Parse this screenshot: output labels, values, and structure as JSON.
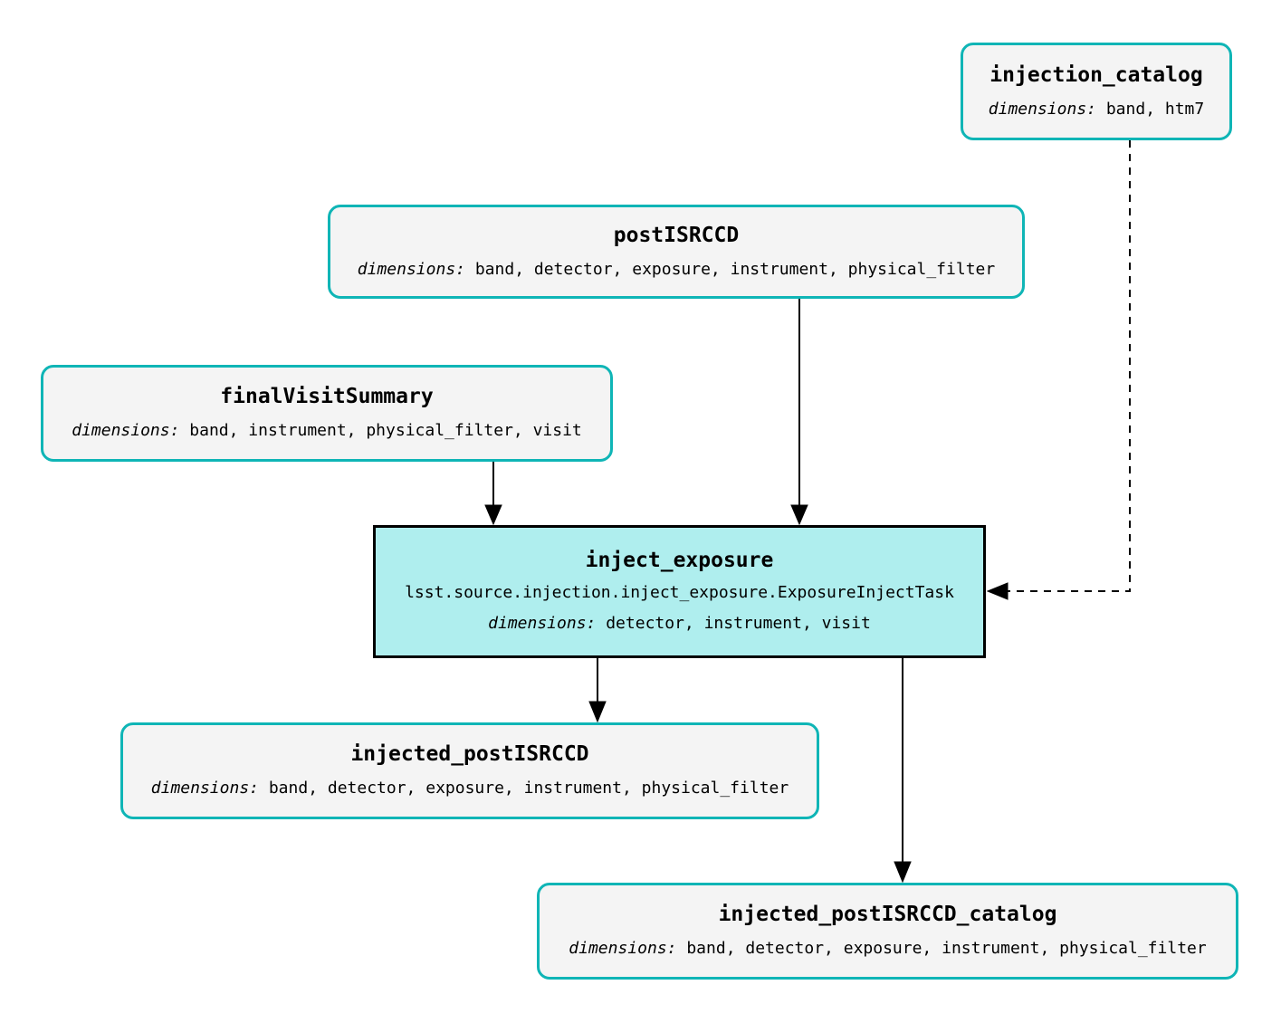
{
  "diagram_type": "pipeline-task-graph",
  "colors": {
    "background": "#ffffff",
    "dataset_border": "#0fb5b6",
    "dataset_fill": "#f4f4f4",
    "task_border": "#000000",
    "task_fill": "#afeeee",
    "edge_color": "#000000",
    "text_color": "#000000"
  },
  "nodes": {
    "injection_catalog": {
      "type": "dataset",
      "title": "injection_catalog",
      "dimensions_label": "dimensions:",
      "dimensions": "band, htm7"
    },
    "postISRCCD": {
      "type": "dataset",
      "title": "postISRCCD",
      "dimensions_label": "dimensions:",
      "dimensions": "band, detector, exposure, instrument, physical_filter"
    },
    "finalVisitSummary": {
      "type": "dataset",
      "title": "finalVisitSummary",
      "dimensions_label": "dimensions:",
      "dimensions": "band, instrument, physical_filter, visit"
    },
    "inject_exposure": {
      "type": "task",
      "title": "inject_exposure",
      "task_class": "lsst.source.injection.inject_exposure.ExposureInjectTask",
      "dimensions_label": "dimensions:",
      "dimensions": "detector, instrument, visit"
    },
    "injected_postISRCCD": {
      "type": "dataset",
      "title": "injected_postISRCCD",
      "dimensions_label": "dimensions:",
      "dimensions": "band, detector, exposure, instrument, physical_filter"
    },
    "injected_postISRCCD_catalog": {
      "type": "dataset",
      "title": "injected_postISRCCD_catalog",
      "dimensions_label": "dimensions:",
      "dimensions": "band, detector, exposure, instrument, physical_filter"
    }
  },
  "edges": [
    {
      "from": "postISRCCD",
      "to": "inject_exposure",
      "style": "solid"
    },
    {
      "from": "finalVisitSummary",
      "to": "inject_exposure",
      "style": "solid"
    },
    {
      "from": "injection_catalog",
      "to": "inject_exposure",
      "style": "dashed"
    },
    {
      "from": "inject_exposure",
      "to": "injected_postISRCCD",
      "style": "solid"
    },
    {
      "from": "inject_exposure",
      "to": "injected_postISRCCD_catalog",
      "style": "solid"
    }
  ]
}
